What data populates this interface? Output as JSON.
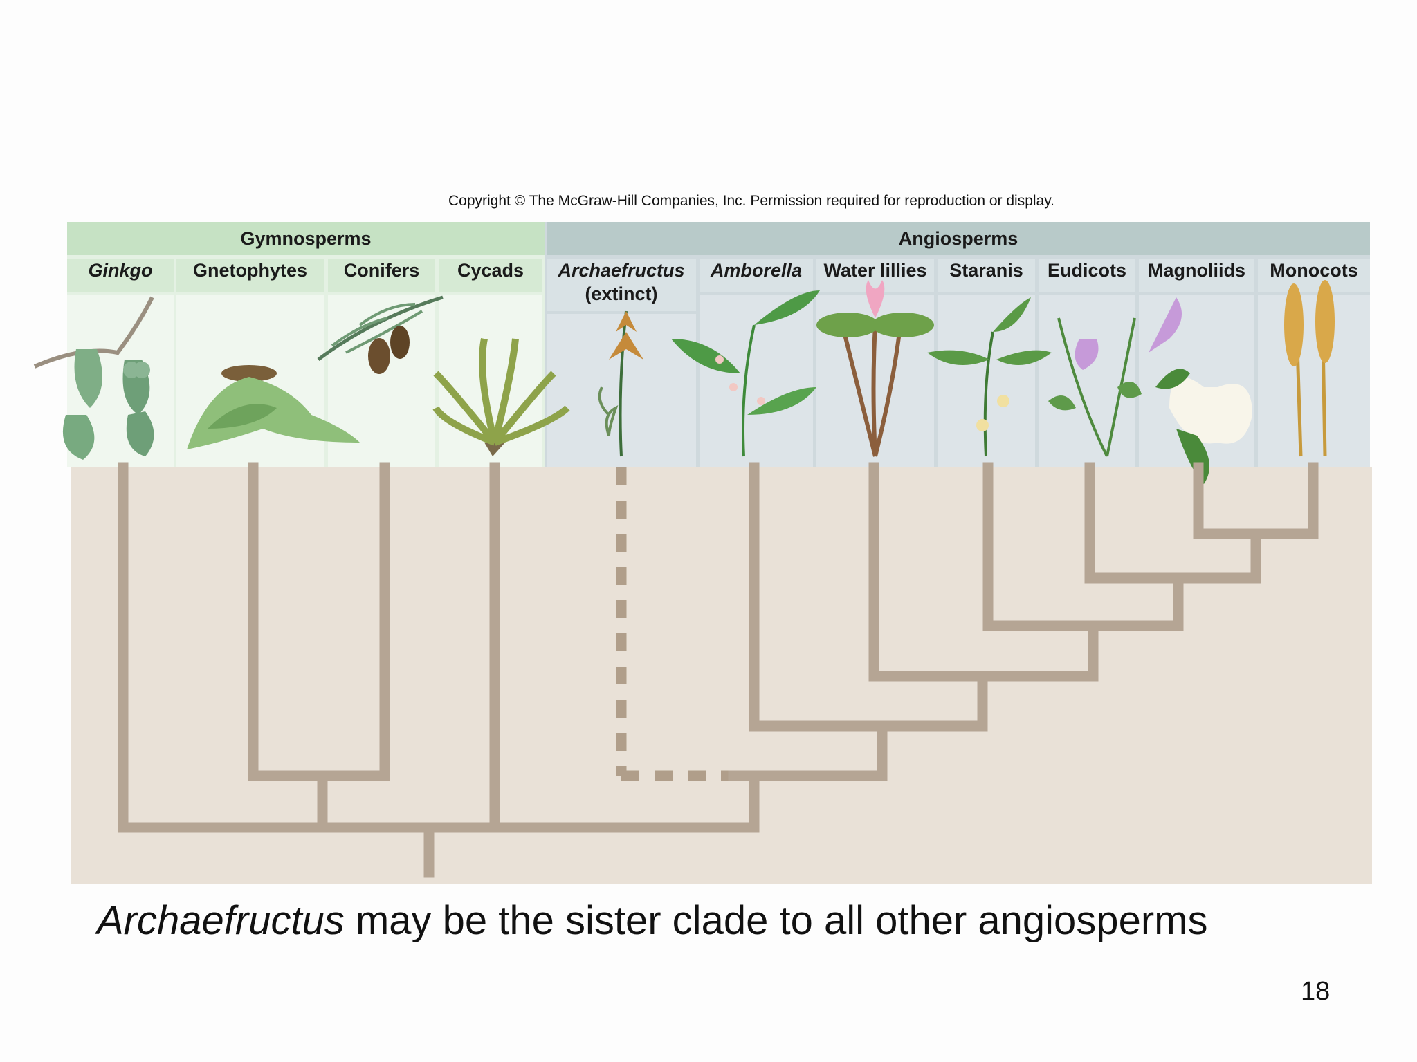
{
  "copyright": "Copyright © The McGraw-Hill Companies, Inc. Permission required for reproduction or display.",
  "groups": {
    "gymnosperms": "Gymnosperms",
    "angiosperms": "Angiosperms"
  },
  "taxa": [
    {
      "label": "Ginkgo",
      "icon": "ginkgo-icon"
    },
    {
      "label": "Gnetophytes",
      "icon": "gnetophyte-icon"
    },
    {
      "label": "Conifers",
      "icon": "conifer-icon"
    },
    {
      "label": "Cycads",
      "icon": "cycad-icon"
    },
    {
      "label": "Archaefructus",
      "sublabel": "(extinct)",
      "icon": "archaefructus-icon"
    },
    {
      "label": "Amborella",
      "icon": "amborella-icon"
    },
    {
      "label": "Water lillies",
      "icon": "water-lily-icon"
    },
    {
      "label": "Staranis",
      "icon": "star-anise-icon"
    },
    {
      "label": "Eudicots",
      "icon": "eudicot-icon"
    },
    {
      "label": "Magnoliids",
      "icon": "magnolia-icon"
    },
    {
      "label": "Monocots",
      "icon": "wheat-icon"
    }
  ],
  "caption": {
    "italic": "Archaefructus",
    "rest": " may be the sister clade to all other angiosperms"
  },
  "page_number": "18",
  "colors": {
    "branch": "#b5a594",
    "gymnosperm_header": "#c6e2c4",
    "angiosperm_header": "#b8cac9",
    "tree_background": "#e9e1d7"
  }
}
